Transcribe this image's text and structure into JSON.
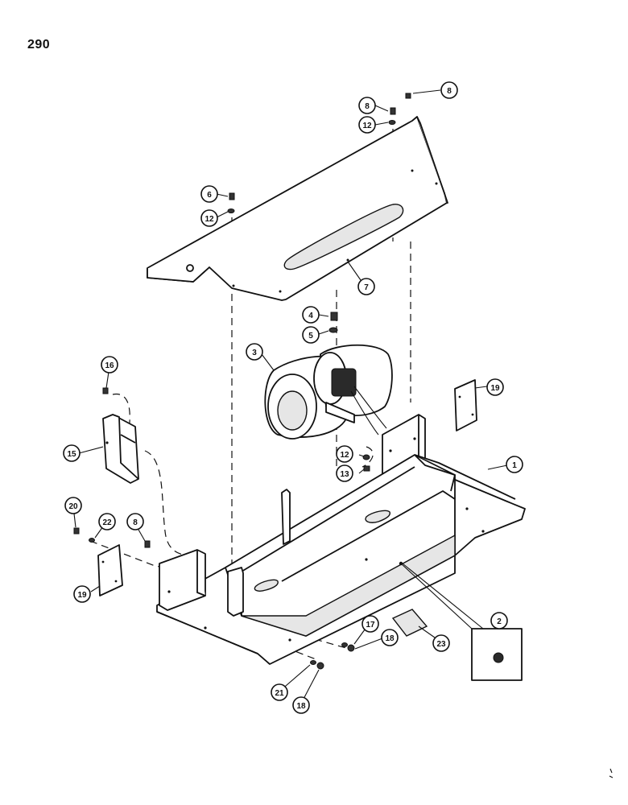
{
  "page_number": "290",
  "callouts": {
    "c1": "1",
    "c2": "2",
    "c3": "3",
    "c4": "4",
    "c5": "5",
    "c6": "6",
    "c7": "7",
    "c8a": "8",
    "c8b": "8",
    "c8c": "8",
    "c12a": "12",
    "c12b": "12",
    "c12c": "12",
    "c13": "13",
    "c15": "15",
    "c16": "16",
    "c17": "17",
    "c18a": "18",
    "c18b": "18",
    "c19a": "19",
    "c19b": "19",
    "c20": "20",
    "c21": "21",
    "c22": "22",
    "c23": "23"
  }
}
